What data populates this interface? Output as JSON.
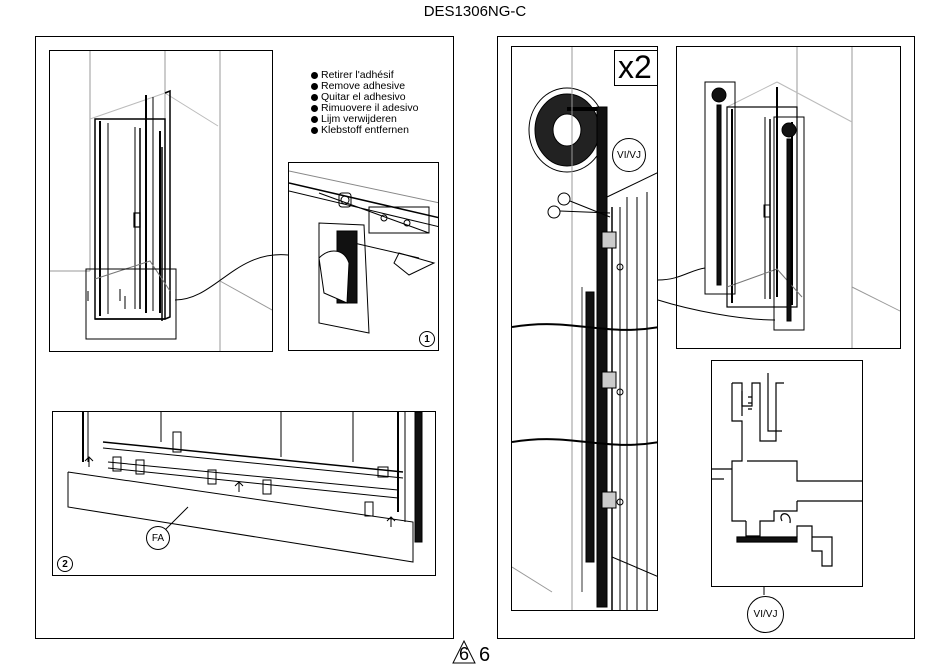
{
  "header": {
    "model_code": "DES1306NG-C"
  },
  "instructions": {
    "items": [
      {
        "lang": "FR",
        "text": "Retirer l'adhésif"
      },
      {
        "lang": "EN",
        "text": "Remove adhesive"
      },
      {
        "lang": "ES",
        "text": "Quitar el adhesivo"
      },
      {
        "lang": "IT",
        "text": "Rimuovere il adesivo"
      },
      {
        "lang": "NL",
        "text": "Lijm verwijderen"
      },
      {
        "lang": "DE",
        "text": "Klebstoff entfernen"
      }
    ]
  },
  "steps": {
    "step1": "1",
    "step2": "2"
  },
  "labels": {
    "fa": "FA",
    "vi_vj_top": "VI/VJ",
    "vi_vj_bottom": "VI/VJ",
    "quantity": "x2"
  },
  "footer": {
    "page_icon_number": "6",
    "page_number": "6"
  }
}
